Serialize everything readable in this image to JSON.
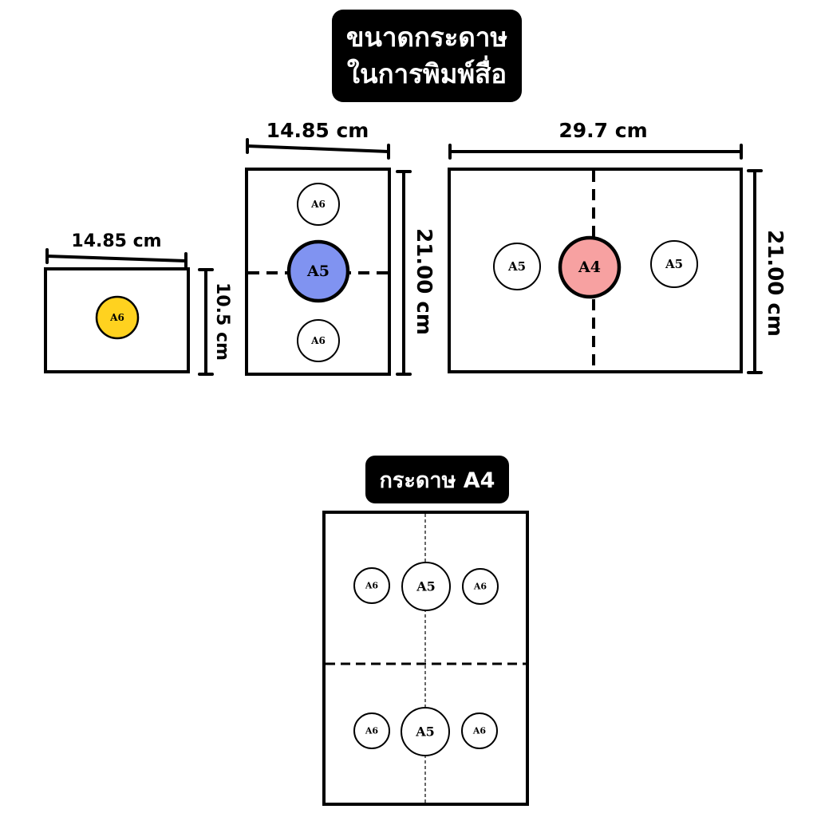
{
  "title": {
    "line1": "ขนาดกระดาษ",
    "line2": "ในการพิมพ์สื่อ"
  },
  "subtitle": "กระดาษ A4",
  "dimensions": {
    "a6_width": "14.85 cm",
    "a6_height": "10.5 cm",
    "a5_width": "14.85 cm",
    "a5_height": "21.00 cm",
    "a4_width": "29.7 cm",
    "a4_height": "21.00 cm"
  },
  "labels": {
    "a6": "A6",
    "a5": "A5",
    "a4": "A4"
  },
  "colors": {
    "a6_highlight": "#FFD21F",
    "a5_highlight": "#8093F1",
    "a4_highlight": "#F7A1A1",
    "outline": "#000000",
    "background": "#FFFFFF"
  }
}
